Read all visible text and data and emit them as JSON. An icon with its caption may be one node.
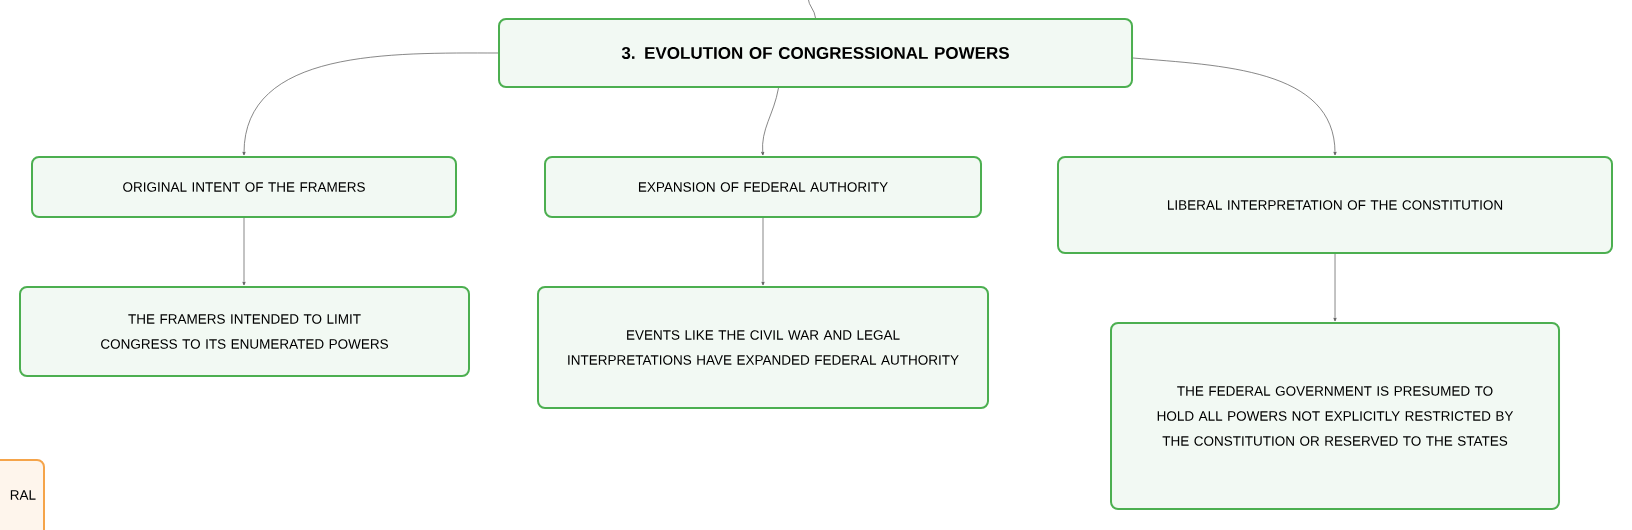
{
  "diagram": {
    "nodes": [
      {
        "text": [
          "3. EVOLUTION OF CONGRESSIONAL POWERS"
        ]
      },
      {
        "text": [
          "ORIGINAL INTENT OF THE FRAMERS"
        ]
      },
      {
        "text": [
          "EXPANSION OF FEDERAL AUTHORITY"
        ]
      },
      {
        "text": [
          "LIBERAL INTERPRETATION OF THE CONSTITUTION"
        ]
      },
      {
        "text": [
          "THE FRAMERS INTENDED TO LIMIT CONGRESS TO ITS ENUMERATED POWERS"
        ]
      },
      {
        "text": [
          "EVENTS LIKE THE CIVIL WAR AND LEGAL INTERPRETATIONS HAVE EXPANDED FEDERAL AUTHORITY"
        ]
      },
      {
        "text": [
          "THE FEDERAL GOVERNMENT IS PRESUMED TO HOLD ALL POWERS NOT EXPLICITLY RESTRICTED BY THE CONSTITUTION OR RESERVED TO THE STATES"
        ]
      },
      {
        "text": [
          "RAL"
        ]
      }
    ],
    "edges": [
      {
        "from": null,
        "to": 0,
        "arrow": "none"
      },
      {
        "from": 0,
        "to": 1,
        "arrow": "to"
      },
      {
        "from": 0,
        "to": 2,
        "arrow": "to"
      },
      {
        "from": 0,
        "to": 3,
        "arrow": "to"
      },
      {
        "from": 1,
        "to": 4,
        "arrow": "to"
      },
      {
        "from": 2,
        "to": 5,
        "arrow": "to"
      },
      {
        "from": 3,
        "to": 6,
        "arrow": "to"
      }
    ]
  }
}
